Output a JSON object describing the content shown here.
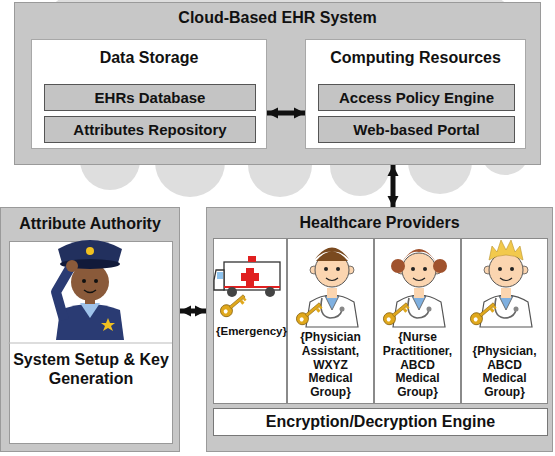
{
  "diagram": {
    "nodes": [
      {
        "text": [
          "Cloud-Based EHR System"
        ]
      },
      {
        "text": [
          "Data Storage"
        ],
        "in": 0
      },
      {
        "text": [
          "EHRs Database"
        ],
        "in": 1
      },
      {
        "text": [
          "Attributes Repository"
        ],
        "in": 1
      },
      {
        "text": [
          "Computing Resources"
        ],
        "in": 0
      },
      {
        "text": [
          "Access Policy Engine"
        ],
        "in": 4
      },
      {
        "text": [
          "Web-based Portal"
        ],
        "in": 4
      },
      {
        "text": [
          "Attribute Authority"
        ]
      },
      {
        "text": [
          "System Setup & Key Generation"
        ],
        "in": 7
      },
      {
        "text": [
          "Healthcare Providers"
        ]
      },
      {
        "text": [
          "{Emergency}"
        ],
        "in": 9
      },
      {
        "text": [
          "{Physician Assistant, WXYZ Medical Group}"
        ],
        "in": 9
      },
      {
        "text": [
          "{Nurse Practitioner, ABCD Medical Group}"
        ],
        "in": 9
      },
      {
        "text": [
          "{Physician, ABCD Medical Group}"
        ],
        "in": 9
      },
      {
        "text": [
          "Encryption/Decryption Engine"
        ],
        "in": 9
      }
    ],
    "edges": [
      {
        "from": 1,
        "to": 4,
        "arrow": "both"
      },
      {
        "from": 0,
        "to": 9,
        "arrow": "both"
      },
      {
        "from": 7,
        "to": 9,
        "arrow": "both"
      }
    ]
  }
}
